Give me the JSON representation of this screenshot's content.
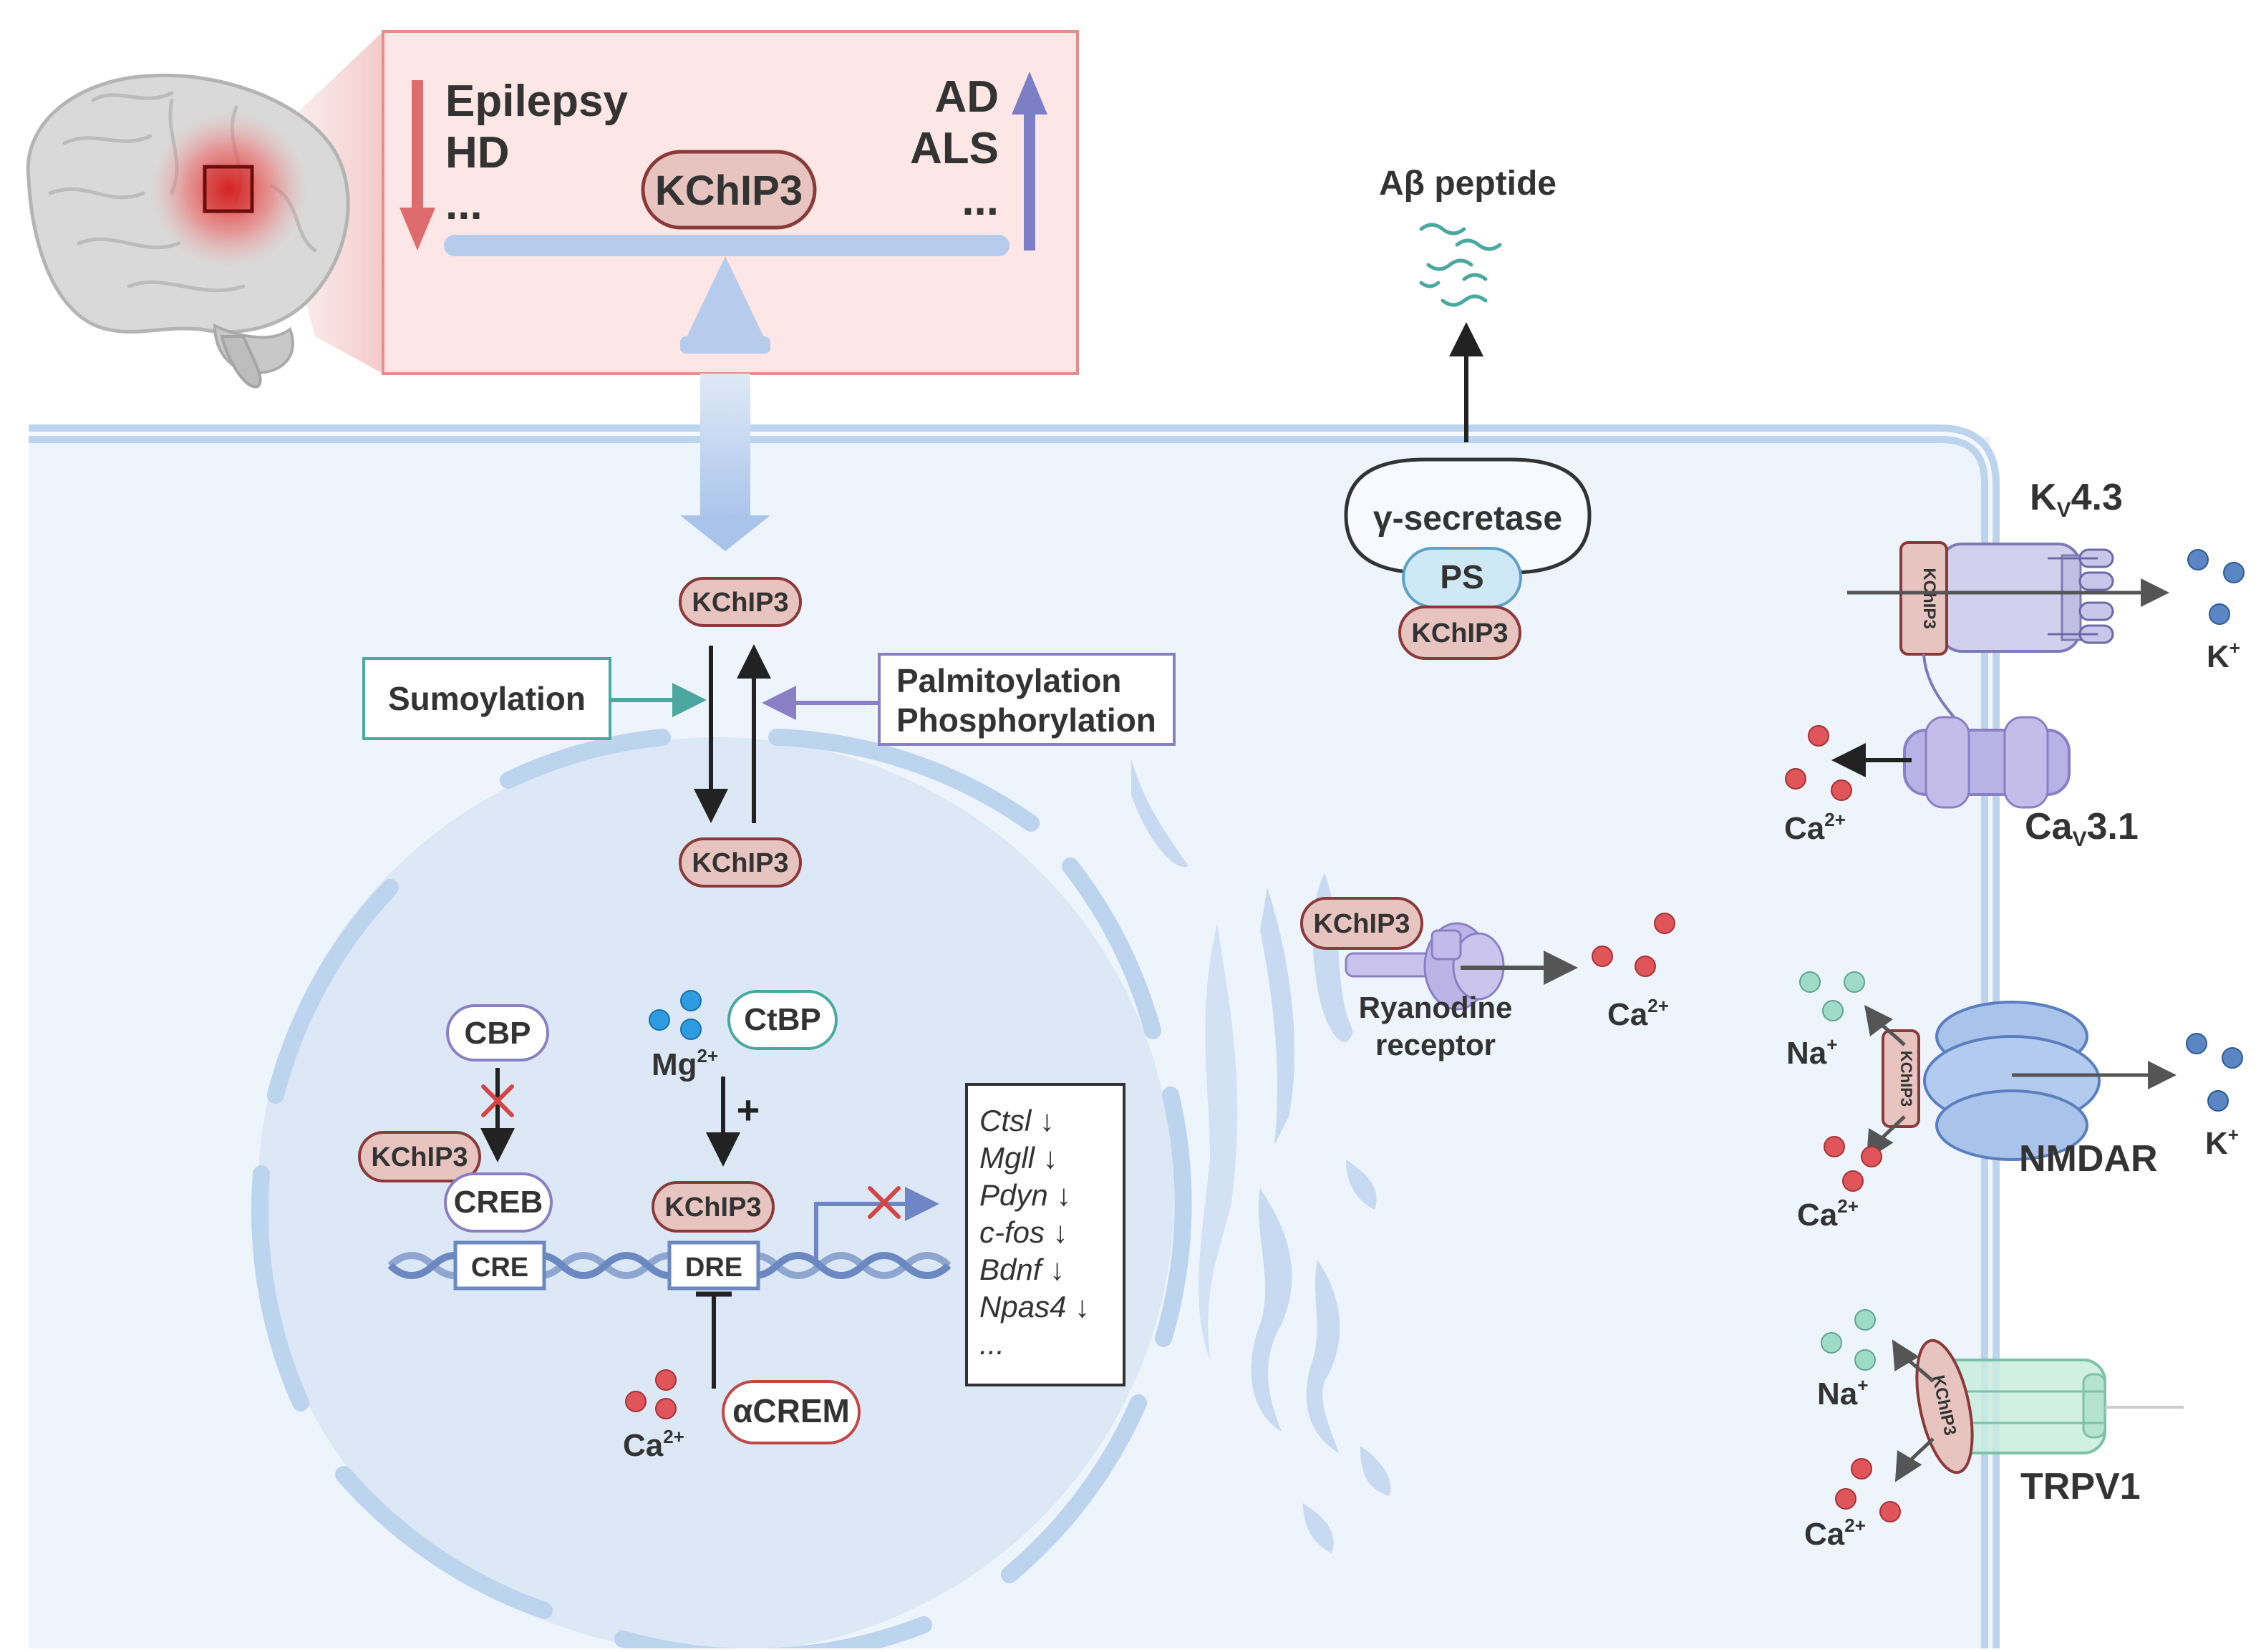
{
  "balance": {
    "left_diseases": [
      "Epilepsy",
      "HD",
      "..."
    ],
    "right_diseases": [
      "AD",
      "ALS",
      "..."
    ],
    "center_label": "KChIP3"
  },
  "modifiers": {
    "sumoylation": "Sumoylation",
    "palmitoylation": "Palmitoylation",
    "phosphorylation": "Phosphorylation"
  },
  "kchip3": {
    "upper": "KChIP3",
    "lower": "KChIP3",
    "creb_bound": "KChIP3",
    "dre_bound": "KChIP3",
    "presenilin_bound": "KChIP3",
    "ryr_bound": "KChIP3",
    "kv_tag": "KChIP3",
    "nmdar_tag": "KChIP3",
    "trpv_tag": "KChIP3"
  },
  "nucleus": {
    "cbp": "CBP",
    "creb": "CREB",
    "cre": "CRE",
    "ctbp": "CtBP",
    "mg_base": "Mg",
    "mg_sup": "2+",
    "plus": "+",
    "dre": "DRE",
    "ca_base": "Ca",
    "ca_sup": "2+",
    "acrem": "αCREM",
    "target_genes": [
      "Ctsl ↓",
      "Mgll ↓",
      "Pdyn ↓",
      "c-fos ↓",
      "Bdnf ↓",
      "Npas4 ↓",
      "..."
    ]
  },
  "secretase": {
    "abeta": "Aβ peptide",
    "gamma": "γ-secretase",
    "ps": "PS"
  },
  "ryanodine": {
    "label_line1": "Ryanodine",
    "label_line2": "receptor",
    "ca_base": "Ca",
    "ca_sup": "2+"
  },
  "channels": {
    "kv_base": "K",
    "kv_sub": "V",
    "kv_rest": "4.3",
    "k_base": "K",
    "k_sup": "+",
    "cav_base": "Ca",
    "cav_sub": "V",
    "cav_rest": "3.1",
    "ca_base": "Ca",
    "ca_sup": "2+",
    "nmdar": "NMDAR",
    "na_base": "Na",
    "na_sup": "+",
    "trpv1": "TRPV1"
  },
  "colors": {
    "kchip_fill": "#e8c4c0",
    "kchip_stroke": "#8b3a3a",
    "membrane": "#bcd4ee",
    "cytoplasm": "#eef4fb",
    "nucleus": "#dce8f6",
    "teal_arrow": "#4aa8a0",
    "purple_arrow": "#8a7fc4",
    "ca_ion": "#e0555a",
    "na_ion": "#9fdcc8",
    "k_ion": "#5b86c4",
    "mg_ion": "#2f9be0",
    "red_arrow": "#de6b6e",
    "blue_arrow": "#7c7ec6"
  }
}
